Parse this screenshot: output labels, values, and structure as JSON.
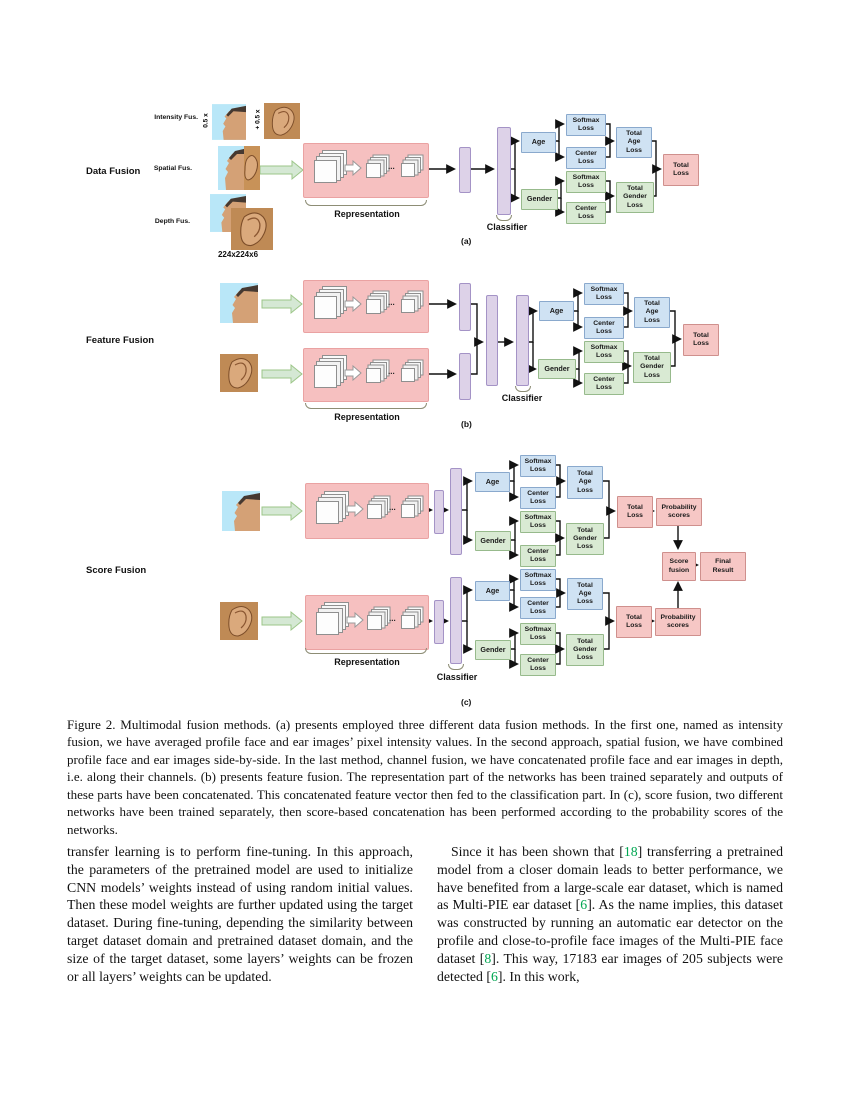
{
  "figure": {
    "panels": {
      "a": {
        "title": "Data Fusion",
        "tag": "(a)",
        "rows": {
          "intensity": "Intensity Fus.",
          "spatial": "Spatial Fus.",
          "depth": "Depth Fus."
        },
        "weight1": "0.5 x",
        "weight2": "+ 0.5 x",
        "input_dims": "224x224x6"
      },
      "b": {
        "title": "Feature Fusion",
        "tag": "(b)"
      },
      "c": {
        "title": "Score Fusion",
        "tag": "(c)"
      }
    },
    "labels": {
      "representation": "Representation",
      "classifier": "Classifier",
      "age": "Age",
      "gender": "Gender",
      "softmax_loss": "Softmax\nLoss",
      "center_loss": "Center\nLoss",
      "total_age_loss": "Total\nAge\nLoss",
      "total_gender_loss": "Total\nGender\nLoss",
      "total_loss": "Total\nLoss",
      "probability_scores": "Probability\nscores",
      "score_fusion": "Score\nfusion",
      "final_result": "Final\nResult",
      "ellipsis": "..."
    },
    "colors": {
      "age_fill": "#cfe2f3",
      "gender_fill": "#d9ead3",
      "loss_fill": "#f6c7c5",
      "bar_fill": "#ddd2e8",
      "cnn_fill": "#f6c0c0",
      "citation": "#00a651"
    }
  },
  "caption": {
    "text": "Figure 2. Multimodal fusion methods. (a) presents employed three different data fusion methods. In the first one, named as intensity fusion, we have averaged profile face and ear images’ pixel intensity values. In the second approach, spatial fusion, we have combined profile face and ear images side-by-side. In the last method, channel fusion, we have concatenated profile face and ear images in depth, i.e. along their channels. (b) presents feature fusion. The representation part of the networks has been trained separately and outputs of these parts have been concatenated. This concatenated feature vector then fed to the classification part. In (c), score fusion, two different networks have been trained separately, then score-based concatenation has been performed according to the probability scores of the networks."
  },
  "body": {
    "left_column": "transfer learning is to perform fine-tuning. In this approach, the parameters of the pretrained model are used to initialize CNN models’ weights instead of using random initial values. Then these model weights are further updated using the target dataset. During fine-tuning, depending the similarity between target dataset domain and pretrained dataset domain, and the size of the target dataset, some layers’ weights can be frozen or all layers’ weights can be updated.",
    "right_column_segments": [
      {
        "text": "Since it has been shown that ["
      },
      {
        "text": "18",
        "cite": true
      },
      {
        "text": "] transferring a pretrained model from a closer domain leads to better performance, we have benefited from a large-scale ear dataset, which is named as Multi-PIE ear dataset ["
      },
      {
        "text": "6",
        "cite": true
      },
      {
        "text": "]. As the name implies, this dataset was constructed by running an automatic ear detector on the profile and close-to-profile face images of the Multi-PIE face dataset ["
      },
      {
        "text": "8",
        "cite": true
      },
      {
        "text": "]. This way, 17183 ear images of 205 subjects were detected ["
      },
      {
        "text": "6",
        "cite": true
      },
      {
        "text": "]. In this work,"
      }
    ]
  }
}
